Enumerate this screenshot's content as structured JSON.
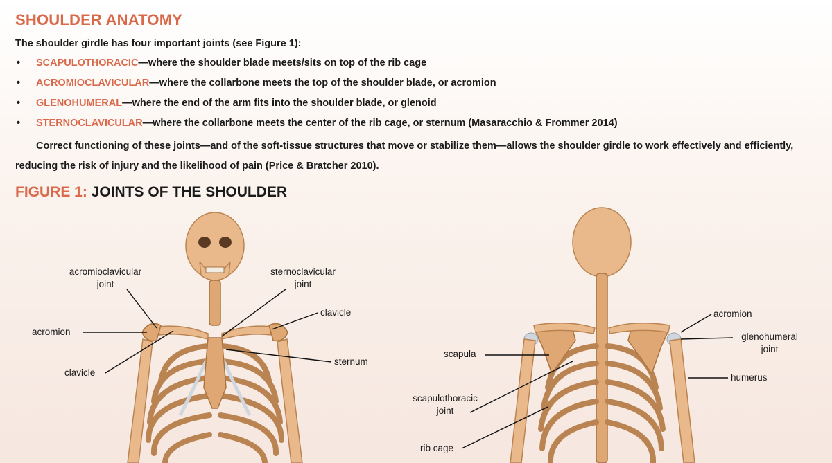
{
  "title": "SHOULDER ANATOMY",
  "intro": "The shoulder girdle has four important joints (see Figure 1):",
  "bullets": [
    {
      "term": "SCAPULOTHORACIC",
      "text": "—where the shoulder blade meets/sits on top of the rib cage"
    },
    {
      "term": "ACROMIOCLAVICULAR",
      "text": "—where the collarbone meets the top of the shoulder blade, or acromion"
    },
    {
      "term": "GLENOHUMERAL",
      "text": "—where the end of the arm fits into the shoulder blade, or glenoid"
    },
    {
      "term": "STERNOCLAVICULAR",
      "text": "—where the collarbone meets the center of the rib cage, or sternum (Masaracchio & Frommer 2014)"
    }
  ],
  "paragraph": "Correct functioning of these joints—and of the soft-tissue structures that move or stabilize them—allows the shoulder girdle to work effectively and efficiently, reducing the risk of injury and the likelihood of pain (Price & Bratcher 2010).",
  "figure": {
    "number": "FIGURE 1:",
    "title": "JOINTS OF THE SHOULDER",
    "front_labels": {
      "acromioclavicular_1": "acromioclavicular",
      "acromioclavicular_2": "joint",
      "sternoclavicular_1": "sternoclavicular",
      "sternoclavicular_2": "joint",
      "clavicle_top": "clavicle",
      "acromion": "acromion",
      "sternum": "sternum",
      "clavicle_bottom": "clavicle"
    },
    "back_labels": {
      "acromion": "acromion",
      "glenohumeral_1": "glenohumeral",
      "glenohumeral_2": "joint",
      "scapula": "scapula",
      "humerus": "humerus",
      "scapulothoracic_1": "scapulothoracic",
      "scapulothoracic_2": "joint",
      "rib_cage": "rib cage"
    }
  },
  "colors": {
    "accent": "#d9694a",
    "bone": "#e9b98c",
    "cartilage": "#cfd6de"
  }
}
